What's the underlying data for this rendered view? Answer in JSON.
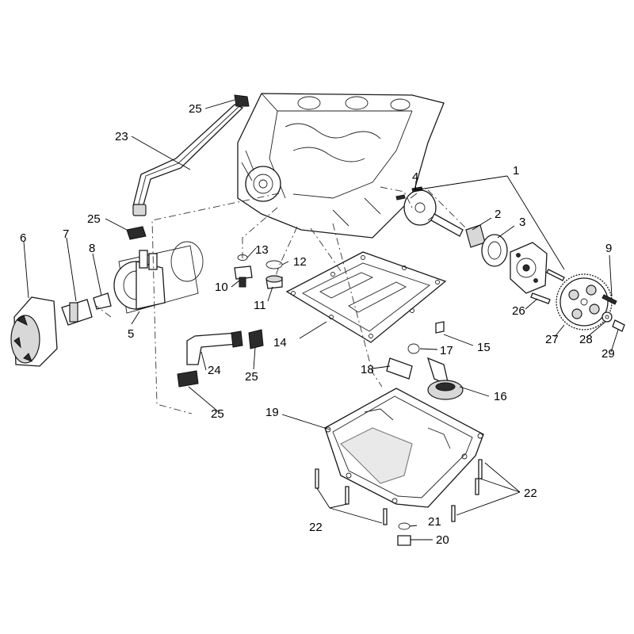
{
  "diagram": {
    "callouts": [
      {
        "id": "c1",
        "text": "1"
      },
      {
        "id": "c2",
        "text": "2"
      },
      {
        "id": "c3",
        "text": "3"
      },
      {
        "id": "c4",
        "text": "4"
      },
      {
        "id": "c5",
        "text": "5"
      },
      {
        "id": "c6",
        "text": "6"
      },
      {
        "id": "c7",
        "text": "7"
      },
      {
        "id": "c8",
        "text": "8"
      },
      {
        "id": "c9",
        "text": "9"
      },
      {
        "id": "c10",
        "text": "10"
      },
      {
        "id": "c11",
        "text": "11"
      },
      {
        "id": "c12",
        "text": "12"
      },
      {
        "id": "c13",
        "text": "13"
      },
      {
        "id": "c14",
        "text": "14"
      },
      {
        "id": "c15",
        "text": "15"
      },
      {
        "id": "c16",
        "text": "16"
      },
      {
        "id": "c17",
        "text": "17"
      },
      {
        "id": "c18",
        "text": "18"
      },
      {
        "id": "c19",
        "text": "19"
      },
      {
        "id": "c20",
        "text": "20"
      },
      {
        "id": "c21",
        "text": "21"
      },
      {
        "id": "c22a",
        "text": "22"
      },
      {
        "id": "c22b",
        "text": "22"
      },
      {
        "id": "c23",
        "text": "23"
      },
      {
        "id": "c24",
        "text": "24"
      },
      {
        "id": "c25a",
        "text": "25"
      },
      {
        "id": "c25b",
        "text": "25"
      },
      {
        "id": "c25c",
        "text": "25"
      },
      {
        "id": "c25d",
        "text": "25"
      },
      {
        "id": "c26",
        "text": "26"
      },
      {
        "id": "c27",
        "text": "27"
      },
      {
        "id": "c28",
        "text": "28"
      },
      {
        "id": "c29",
        "text": "29"
      }
    ]
  }
}
